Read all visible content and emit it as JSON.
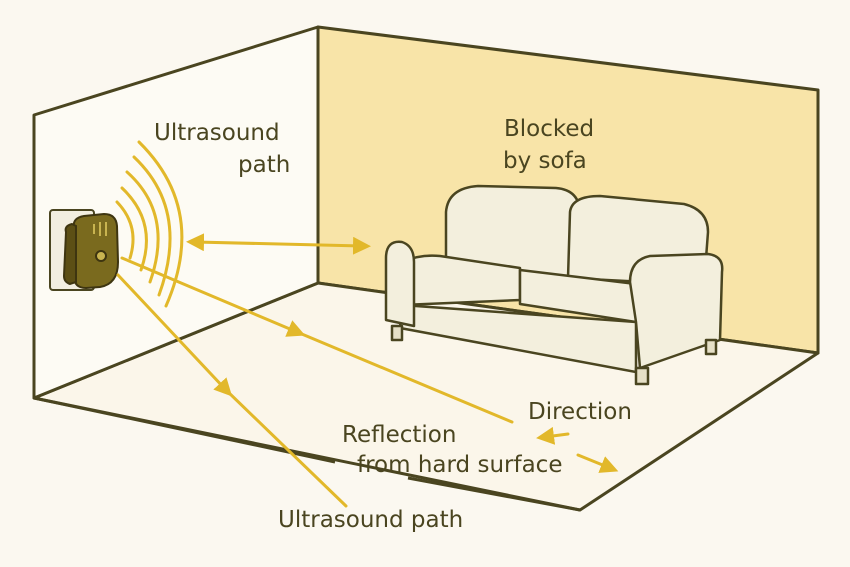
{
  "labels": {
    "ultrasound_path_top_line1": "Ultrasound",
    "ultrasound_path_top_line2": "path",
    "blocked_line1": "Blocked",
    "blocked_line2": "by sofa",
    "direction": "Direction",
    "reflection_line1": "Reflection",
    "reflection_line2": "from hard surface",
    "ultrasound_path_bottom": "Ultrasound path"
  },
  "icons": [
    "ultrasonic-repeller-icon",
    "wall-outlet-icon",
    "sofa-icon",
    "sound-wave-icon",
    "arrow-icon"
  ],
  "colors": {
    "background": "#fbf8f0",
    "back_wall": "#f8e4a8",
    "floor": "#fbf6ea",
    "outline": "#4a4520",
    "path": "#e2b82a",
    "text": "#4a4520",
    "sofa_fill": "#f3efdd",
    "device": "#7a6a1e"
  }
}
